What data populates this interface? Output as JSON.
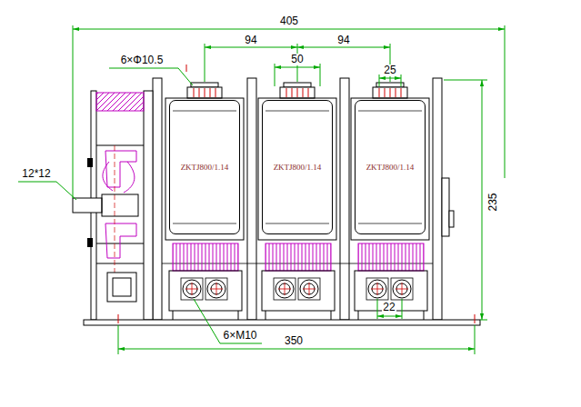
{
  "diagram": {
    "nodes": [
      {
        "text": [
          "ZKTJ800/1.14"
        ]
      },
      {
        "text": [
          "ZKTJ800/1.14"
        ]
      },
      {
        "text": [
          "ZKTJ800/1.14"
        ]
      }
    ],
    "labels": [
      "405",
      "94",
      "94",
      "6×Φ10.5",
      "50",
      "25",
      "12*12",
      "235",
      "6×M10",
      "350",
      "22"
    ]
  }
}
